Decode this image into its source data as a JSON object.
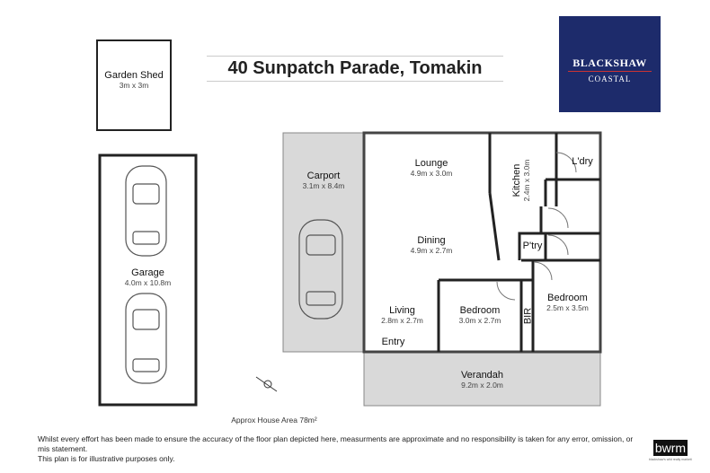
{
  "title": "40 Sunpatch Parade, Tomakin",
  "logo": {
    "name": "BLACKSHAW",
    "sub": "COASTAL",
    "color": "#1d2b6b"
  },
  "rooms": {
    "shed": {
      "name": "Garden Shed",
      "dim": "3m x 3m"
    },
    "garage": {
      "name": "Garage",
      "dim": "4.0m x 10.8m"
    },
    "carport": {
      "name": "Carport",
      "dim": "3.1m x 8.4m"
    },
    "lounge": {
      "name": "Lounge",
      "dim": "4.9m x 3.0m"
    },
    "kitchen": {
      "name": "Kitchen",
      "dim": "2.4m x 3.0m"
    },
    "laundry": {
      "name": "L'dry"
    },
    "dining": {
      "name": "Dining",
      "dim": "4.9m x 2.7m"
    },
    "pantry": {
      "name": "P'try"
    },
    "living": {
      "name": "Living",
      "dim": "2.8m x 2.7m"
    },
    "bedroom1": {
      "name": "Bedroom",
      "dim": "3.0m x 2.7m"
    },
    "bedroom2": {
      "name": "Bedroom",
      "dim": "2.5m x 3.5m"
    },
    "bir": {
      "name": "BIR"
    },
    "entry": {
      "name": "Entry"
    },
    "verandah": {
      "name": "Verandah",
      "dim": "9.2m x 2.0m"
    }
  },
  "area": "Approx House Area 78m²",
  "disclaimer": [
    "Whilst every effort has been made to ensure the accuracy of the floor plan depicted here, measurments are approximate and no responsibility is taken for any error, omission, or mis statement.",
    "This plan is for illustrative purposes only."
  ],
  "agency_logo": {
    "name": "bwrm",
    "sub": "blackshaw's wild realty marketing"
  },
  "compass_icon": "north-arrow-icon"
}
